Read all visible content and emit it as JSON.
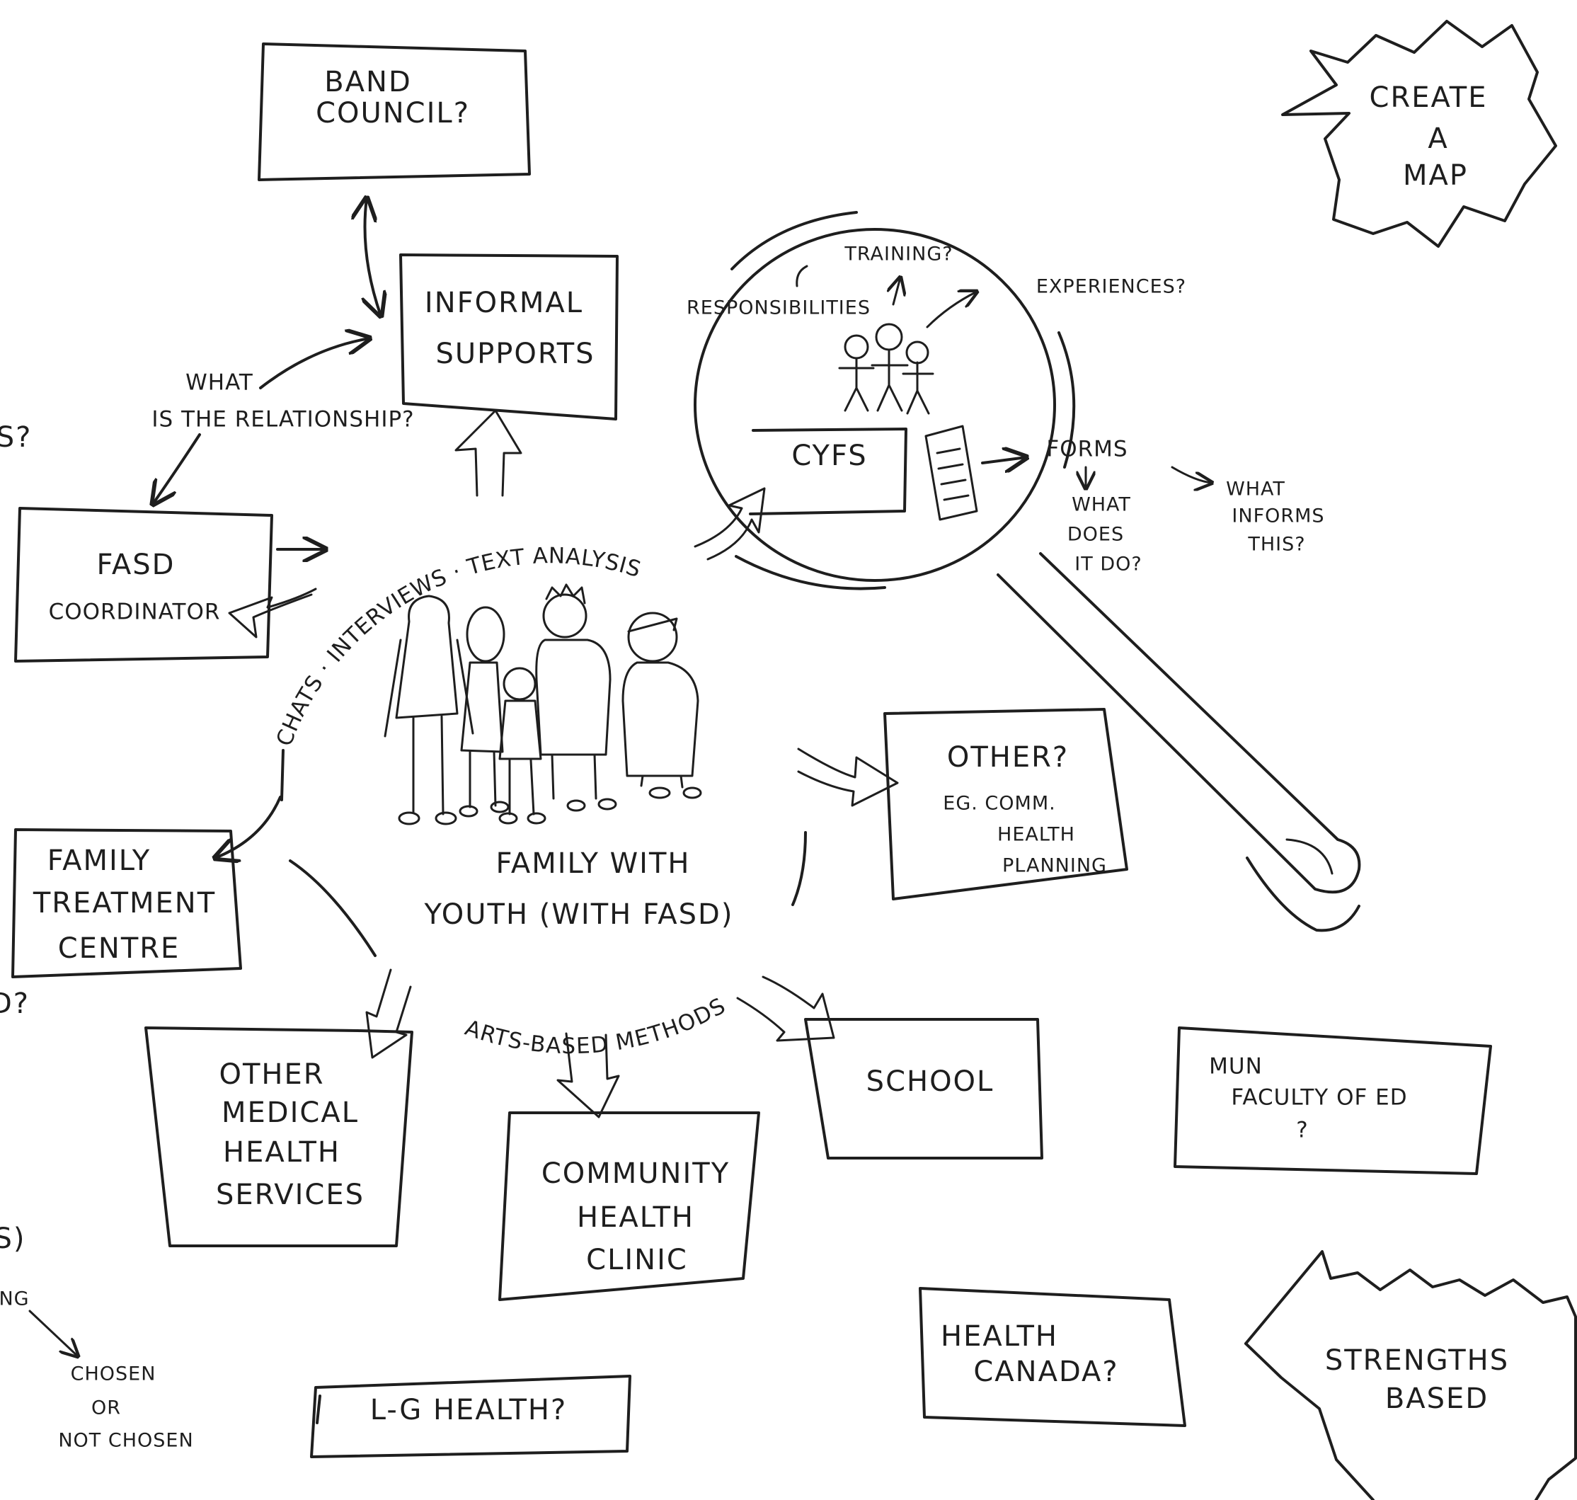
{
  "boxes": {
    "band_council": [
      "BAND",
      "COUNCIL?"
    ],
    "informal_supports": [
      "INFORMAL",
      "SUPPORTS"
    ],
    "fasd_coordinator": [
      "FASD",
      "COORDINATOR"
    ],
    "family_treatment_centre": [
      "FAMILY",
      "TREATMENT",
      "CENTRE"
    ],
    "other_medical_health_services": [
      "OTHER",
      "MEDICAL",
      "HEALTH",
      "SERVICES"
    ],
    "community_health_clinic": [
      "COMMUNITY",
      "HEALTH",
      "CLINIC"
    ],
    "school": [
      "SCHOOL"
    ],
    "mun_faculty_of_ed": [
      "MUN",
      "FACULTY OF ED",
      "?"
    ],
    "other": [
      "OTHER?",
      "EG. COMM.",
      "HEALTH",
      "PLANNING"
    ],
    "lg_health": [
      "L-G HEALTH?"
    ],
    "health_canada": [
      "HEALTH",
      "CANADA?"
    ]
  },
  "center": {
    "caption": [
      "FAMILY WITH",
      "YOUTH (WITH FASD)"
    ],
    "arc_top": "CHATS · INTERVIEWS · TEXT ANALYSIS",
    "arc_bottom": "ARTS-BASED METHODS"
  },
  "relationship": [
    "WHAT",
    "IS THE RELATIONSHIP?"
  ],
  "magnifier": {
    "label": "CYFS",
    "training": "TRAINING?",
    "responsibilities": "RESPONSIBILITIES",
    "experiences": "EXPERIENCES?",
    "forms": "FORMS",
    "what_does_it_do": [
      "WHAT",
      "DOES",
      "IT DO?"
    ],
    "what_informs_this": [
      "WHAT",
      "INFORMS",
      "THIS?"
    ]
  },
  "bursts": {
    "create_a_map": [
      "CREATE",
      "A",
      "MAP"
    ],
    "strengths_based": [
      "STRENGTHS",
      "BASED"
    ]
  },
  "margin": {
    "q1": "S?",
    "q2": "D?",
    "paren": "S)",
    "ng": "NG",
    "chosen": [
      "CHOSEN",
      "OR",
      "NOT CHOSEN"
    ]
  }
}
